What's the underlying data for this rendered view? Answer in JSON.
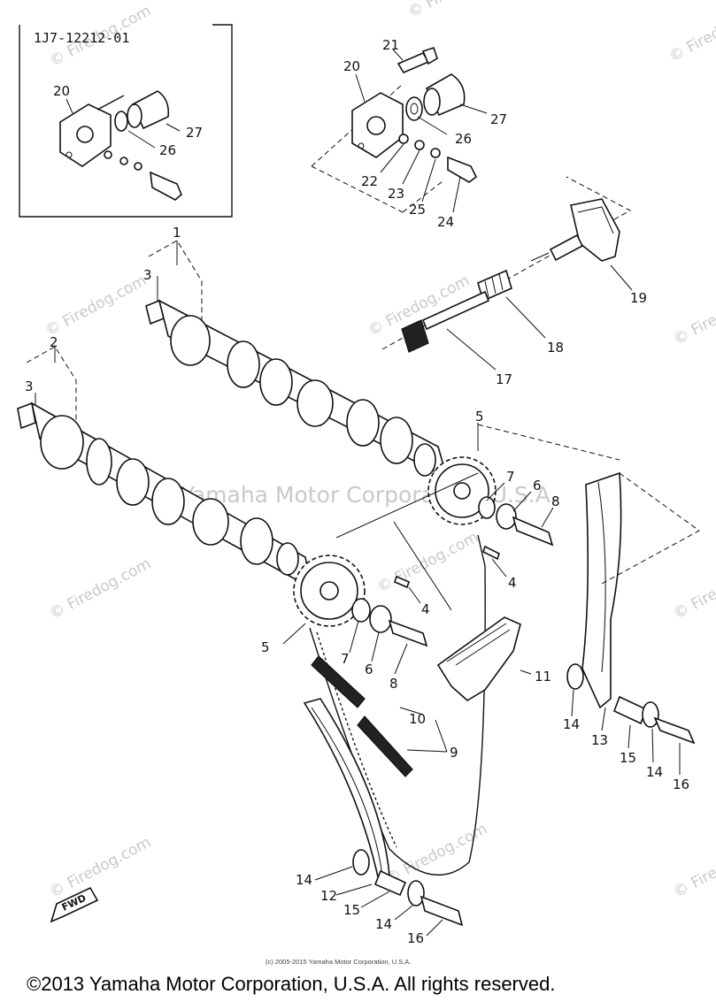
{
  "inset": {
    "code": "1J7-12212-01"
  },
  "labels": {
    "p1": "1",
    "p2": "2",
    "p3a": "3",
    "p3b": "3",
    "p4a": "4",
    "p4b": "4",
    "p5a": "5",
    "p5b": "5",
    "p6a": "6",
    "p6b": "6",
    "p7a": "7",
    "p7b": "7",
    "p8a": "8",
    "p8b": "8",
    "p9": "9",
    "p10": "10",
    "p11": "11",
    "p12": "12",
    "p13": "13",
    "p14a": "14",
    "p14b": "14",
    "p14c": "14",
    "p14d": "14",
    "p15a": "15",
    "p15b": "15",
    "p16a": "16",
    "p16b": "16",
    "p17": "17",
    "p18": "18",
    "p19": "19",
    "p20a": "20",
    "p20b": "20",
    "p21": "21",
    "p22": "22",
    "p23": "23",
    "p24": "24",
    "p25": "25",
    "p26a": "26",
    "p26b": "26",
    "p27a": "27",
    "p27b": "27"
  },
  "fwd_label": "FWD",
  "watermarks": {
    "firedog": "© Firedog.com",
    "firedog_top": "© Firedog",
    "yamaha": "Yamaha Motor Corporation, U.S.A."
  },
  "small_copyright": "(c) 2005-2015 Yamaha Motor Corporation, U.S.A.",
  "copyright": "©2013 Yamaha Motor Corporation, U.S.A. All rights reserved."
}
